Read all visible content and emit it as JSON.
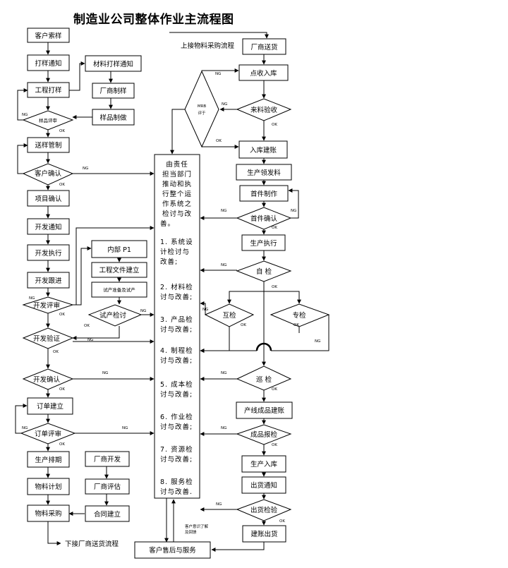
{
  "title": "制造业公司整体作业主流程图",
  "labels": {
    "ok": "OK",
    "ng": "NG",
    "mrb_line1": "MRB",
    "mrb_line2": "评于",
    "upstream_purchase": "上接物料采购流程",
    "downstream_delivery": "下接厂商送货流程",
    "customer_feedback_line1": "客户意识了解",
    "customer_feedback_line2": "及回馈"
  },
  "left_column": {
    "customer_sample": "客户索样",
    "sample_notice": "打样通知",
    "engineering_sample": "工程打样",
    "sample_review": "样品评审",
    "sample_delivery": "送样管制",
    "customer_confirm": "客户确认",
    "project_confirm": "项目确认",
    "dev_notice": "开发通知",
    "dev_execute": "开发执行",
    "dev_follow": "开发跟进",
    "dev_review": "开发评审",
    "dev_verify": "开发验证",
    "dev_confirm": "开发确认",
    "order_setup": "订单建立",
    "order_review": "订单评审",
    "production_schedule": "生产排期",
    "material_plan": "物料计划",
    "material_purchase": "物料采购"
  },
  "middle_column": {
    "material_sample_notice": "材料打样通知",
    "vendor_sample": "厂商制样",
    "sample_make": "样品制做",
    "internal_p1": "内部 P1",
    "eng_doc_setup": "工程文件建立",
    "trial_prep": "试产准备及试产",
    "trial_check": "试产检讨",
    "vendor_dev": "厂商开发",
    "vendor_eval": "厂商评估",
    "contract_setup": "合同建立"
  },
  "center_panel": {
    "intro_lines": [
      "由责任",
      "担当部门",
      "推动和执",
      "行整个运",
      "作系统之",
      "检讨与改",
      "善。"
    ],
    "items": [
      [
        "1. 系统设",
        "计检讨与",
        "改善;"
      ],
      [
        "2. 材料检",
        "讨与改善;"
      ],
      [
        "3. 产品检",
        "讨与改善;"
      ],
      [
        "4. 制程检",
        "讨与改善;"
      ],
      [
        "5. 成本检",
        "讨与改善;"
      ],
      [
        "6. 作业检",
        "讨与改善;"
      ],
      [
        "7. 资源检",
        "讨与改善;"
      ],
      [
        "8. 服务检",
        "讨与改善."
      ]
    ]
  },
  "right_column": {
    "vendor_delivery": "厂商送货",
    "count_receive": "点收入库",
    "incoming_inspection": "来料验收",
    "stock_in_account": "入库建账",
    "production_material_issue": "生产领发料",
    "first_piece_make": "首件制作",
    "first_piece_confirm": "首件确认",
    "production_execute": "生产执行",
    "self_check": "自 检",
    "mutual_check": "互检",
    "special_check": "专检",
    "patrol_check": "巡 检",
    "finished_goods_account": "产线成品建账",
    "finished_goods_report": "成品报检",
    "production_stock_in": "生产入库",
    "shipping_notice": "出货通知",
    "shipping_inspection": "出货检验",
    "shipping_account": "建账出货",
    "after_sales": "客户售后与服务"
  }
}
